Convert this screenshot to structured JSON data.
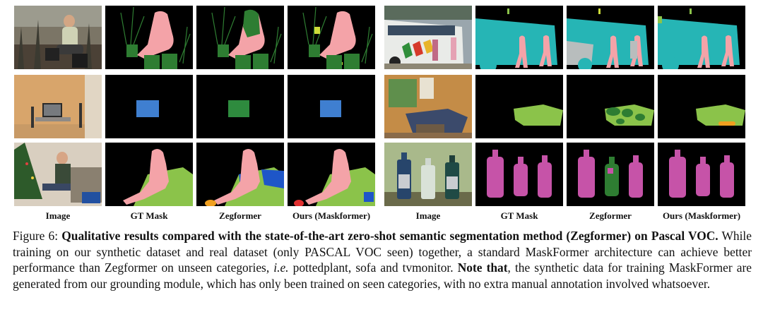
{
  "column_labels": {
    "left": [
      "Image",
      "GT Mask",
      "Zegformer",
      "Ours (Maskformer)"
    ],
    "right": [
      "Image",
      "GT Mask",
      "Zegformer",
      "Ours (Maskformer)"
    ]
  },
  "caption": {
    "figure_label": "Figure 6:",
    "title": "Qualitative results compared with the state-of-the-art zero-shot semantic segmentation method (Zegformer) on Pascal VOC.",
    "body_part1": "While training on our synthetic dataset and real dataset (only PASCAL VOC seen) together, a standard MaskFormer architecture can achieve better performance than Zegformer on unseen categories,",
    "ie": "i.e.",
    "body_part2": "pottedplant, sofa and tvmonitor.",
    "note_label": "Note that",
    "body_part3": ", the synthetic data for training MaskFormer are generated from our grounding module, which has only been trained on seen categories, with no extra manual annotation involved whatsoever."
  },
  "colors": {
    "person": "#f4a3a8",
    "plant": "#2e7d32",
    "sofa": "#8bc34a",
    "bus": "#26b5b5",
    "tv": "#3f7fd0",
    "bottle": "#c653a8",
    "background": "#000000"
  }
}
